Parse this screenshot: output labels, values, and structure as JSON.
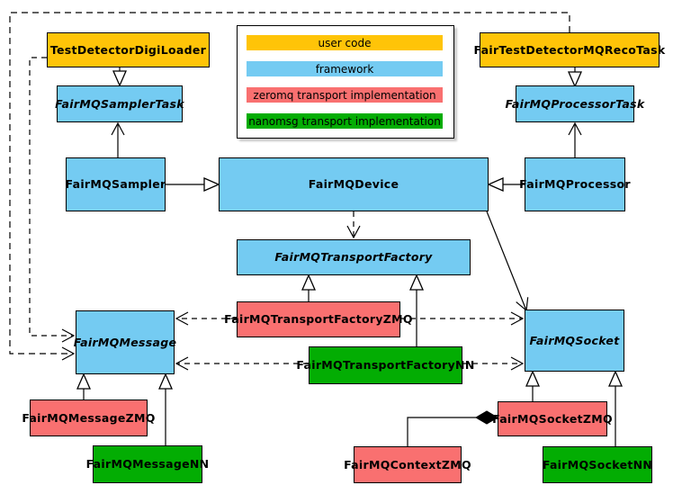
{
  "diagram": {
    "kind": "uml-class-diagram",
    "subject": "FairMQ framework class relationships"
  },
  "colors": {
    "user_code": "#FFC408",
    "framework": "#74CBF2",
    "zeromq": "#F97070",
    "nanomsg": "#03AD03",
    "border": "#000000",
    "background": "#ffffff",
    "line": "#000000"
  },
  "legend": {
    "items": [
      {
        "label": "user code",
        "category": "user_code"
      },
      {
        "label": "framework",
        "category": "framework"
      },
      {
        "label": "zeromq transport implementation",
        "category": "zeromq"
      },
      {
        "label": "nanomsg transport implementation",
        "category": "nanomsg"
      }
    ]
  },
  "nodes": {
    "testDetectorDigiLoader": {
      "label": "TestDetectorDigiLoader",
      "category": "user_code",
      "abstract": false
    },
    "fairTestDetectorMQRecoTask": {
      "label": "FairTestDetectorMQRecoTask",
      "category": "user_code",
      "abstract": false
    },
    "fairMQSamplerTask": {
      "label": "FairMQSamplerTask",
      "category": "framework",
      "abstract": true
    },
    "fairMQProcessorTask": {
      "label": "FairMQProcessorTask",
      "category": "framework",
      "abstract": true
    },
    "fairMQSampler": {
      "label": "FairMQSampler",
      "category": "framework",
      "abstract": false
    },
    "fairMQDevice": {
      "label": "FairMQDevice",
      "category": "framework",
      "abstract": false
    },
    "fairMQProcessor": {
      "label": "FairMQProcessor",
      "category": "framework",
      "abstract": false
    },
    "fairMQTransportFactory": {
      "label": "FairMQTransportFactory",
      "category": "framework",
      "abstract": true
    },
    "fairMQTransportFactoryZMQ": {
      "label": "FairMQTransportFactoryZMQ",
      "category": "zeromq",
      "abstract": false
    },
    "fairMQTransportFactoryNN": {
      "label": "FairMQTransportFactoryNN",
      "category": "nanomsg",
      "abstract": false
    },
    "fairMQMessage": {
      "label": "FairMQMessage",
      "category": "framework",
      "abstract": true
    },
    "fairMQSocket": {
      "label": "FairMQSocket",
      "category": "framework",
      "abstract": true
    },
    "fairMQMessageZMQ": {
      "label": "FairMQMessageZMQ",
      "category": "zeromq",
      "abstract": false
    },
    "fairMQMessageNN": {
      "label": "FairMQMessageNN",
      "category": "nanomsg",
      "abstract": false
    },
    "fairMQContextZMQ": {
      "label": "FairMQContextZMQ",
      "category": "zeromq",
      "abstract": false
    },
    "fairMQSocketZMQ": {
      "label": "FairMQSocketZMQ",
      "category": "zeromq",
      "abstract": false
    },
    "fairMQSocketNN": {
      "label": "FairMQSocketNN",
      "category": "nanomsg",
      "abstract": false
    }
  },
  "edges": [
    {
      "from": "TestDetectorDigiLoader",
      "to": "FairMQSamplerTask",
      "type": "inheritance"
    },
    {
      "from": "FairTestDetectorMQRecoTask",
      "to": "FairMQProcessorTask",
      "type": "inheritance"
    },
    {
      "from": "FairMQSampler",
      "to": "FairMQDevice",
      "type": "inheritance"
    },
    {
      "from": "FairMQProcessor",
      "to": "FairMQDevice",
      "type": "inheritance"
    },
    {
      "from": "FairMQSampler",
      "to": "FairMQSamplerTask",
      "type": "association"
    },
    {
      "from": "FairMQProcessor",
      "to": "FairMQProcessorTask",
      "type": "association"
    },
    {
      "from": "FairMQDevice",
      "to": "FairMQTransportFactory",
      "type": "dependency"
    },
    {
      "from": "FairMQDevice",
      "to": "FairMQSocket",
      "type": "association"
    },
    {
      "from": "FairMQTransportFactoryZMQ",
      "to": "FairMQTransportFactory",
      "type": "inheritance"
    },
    {
      "from": "FairMQTransportFactoryNN",
      "to": "FairMQTransportFactory",
      "type": "inheritance"
    },
    {
      "from": "FairMQTransportFactoryZMQ",
      "to": "FairMQMessage",
      "type": "dependency"
    },
    {
      "from": "FairMQTransportFactoryZMQ",
      "to": "FairMQSocket",
      "type": "dependency"
    },
    {
      "from": "FairMQTransportFactoryNN",
      "to": "FairMQMessage",
      "type": "dependency"
    },
    {
      "from": "FairMQTransportFactoryNN",
      "to": "FairMQSocket",
      "type": "dependency"
    },
    {
      "from": "TestDetectorDigiLoader",
      "to": "FairMQMessage",
      "type": "dependency"
    },
    {
      "from": "FairTestDetectorMQRecoTask",
      "to": "FairMQMessage",
      "type": "dependency"
    },
    {
      "from": "FairMQMessageZMQ",
      "to": "FairMQMessage",
      "type": "inheritance"
    },
    {
      "from": "FairMQMessageNN",
      "to": "FairMQMessage",
      "type": "inheritance"
    },
    {
      "from": "FairMQSocketZMQ",
      "to": "FairMQSocket",
      "type": "inheritance"
    },
    {
      "from": "FairMQSocketNN",
      "to": "FairMQSocket",
      "type": "inheritance"
    },
    {
      "from": "FairMQSocketZMQ",
      "to": "FairMQContextZMQ",
      "type": "composition"
    }
  ]
}
